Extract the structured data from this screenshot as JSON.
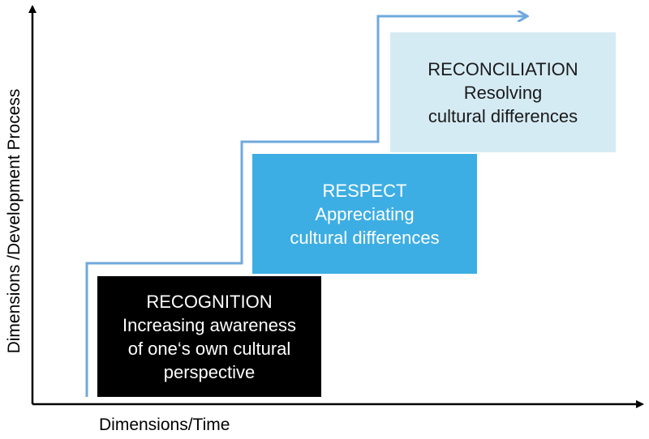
{
  "axes": {
    "x_label": "Dimensions/Time",
    "y_label": "Dimensions /Development Process"
  },
  "steps": [
    {
      "title": "RECOGNITION",
      "lines": [
        "Increasing awareness",
        "of one‘s own cultural",
        "perspective"
      ],
      "color": "#000000"
    },
    {
      "title": "RESPECT",
      "lines": [
        "Appreciating",
        "cultural differences"
      ],
      "color": "#3daee3"
    },
    {
      "title": "RECONCILIATION",
      "lines": [
        "Resolving",
        "cultural differences"
      ],
      "color": "#d5ebf4"
    }
  ],
  "colors": {
    "axis": "#000000",
    "staircase": "#6fa8dc"
  }
}
